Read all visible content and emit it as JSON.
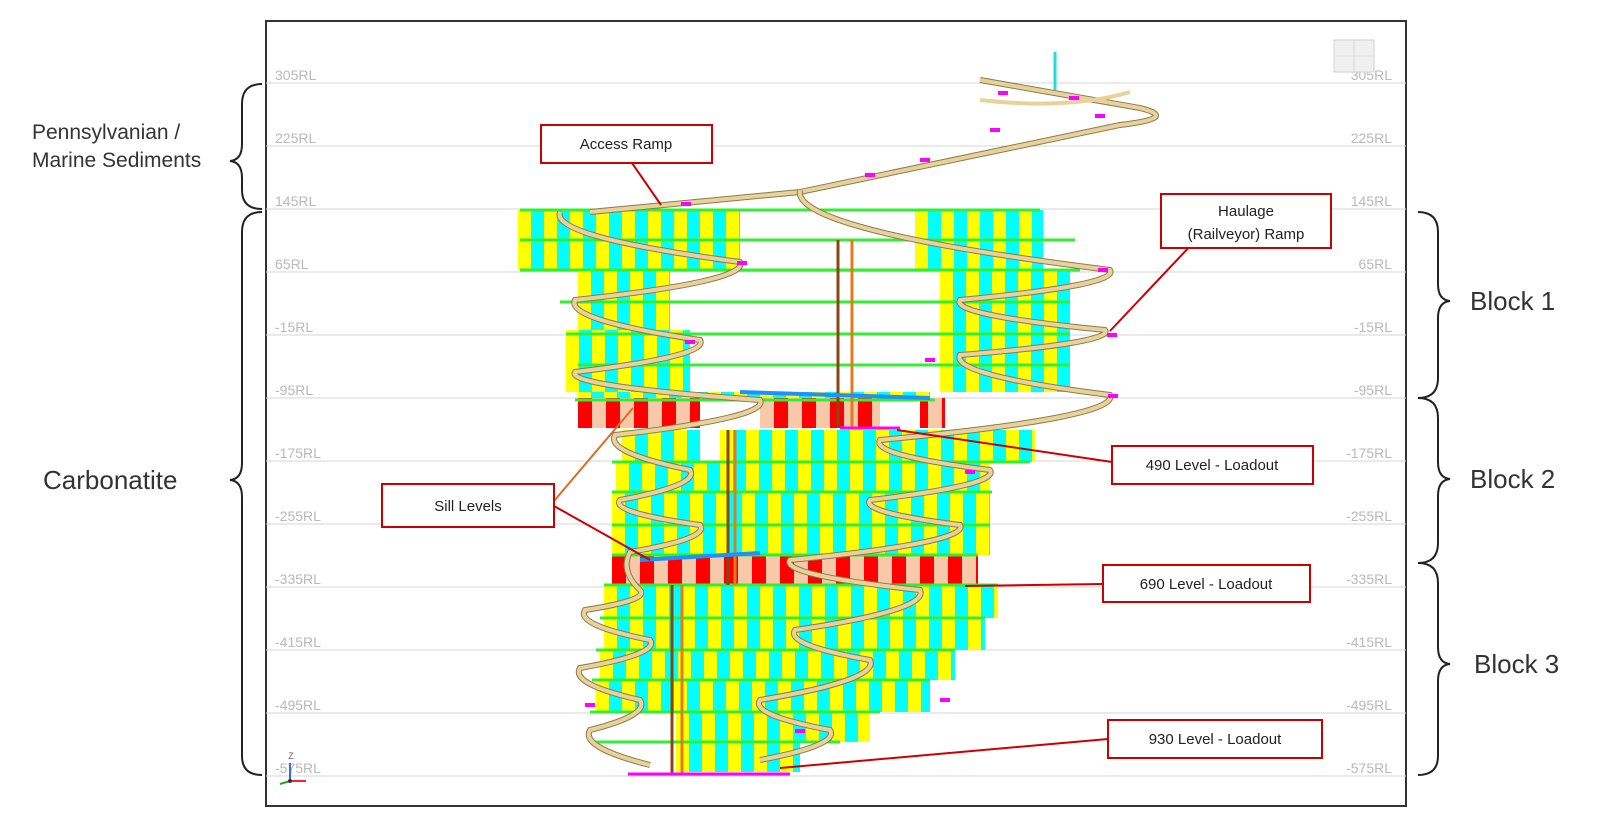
{
  "elevation_labels": [
    "305RL",
    "225RL",
    "145RL",
    "65RL",
    "-15RL",
    "-95RL",
    "-175RL",
    "-255RL",
    "-335RL",
    "-415RL",
    "-495RL",
    "-575RL"
  ],
  "left_groups": {
    "sediments_line1": "Pennsylvanian /",
    "sediments_line2": "Marine Sediments",
    "carbonatite": "Carbonatite"
  },
  "right_groups": {
    "block1": "Block 1",
    "block2": "Block 2",
    "block3": "Block 3"
  },
  "callouts": {
    "access_ramp": "Access Ramp",
    "haulage_line1": "Haulage",
    "haulage_line2": "(Railveyor) Ramp",
    "level_490": "490 Level - Loadout",
    "sill_levels": "Sill Levels",
    "level_690": "690 Level - Loadout",
    "level_930": "930 Level - Loadout"
  },
  "axis_triad": {
    "z": "Z"
  },
  "colors": {
    "frame": "#333333",
    "gridline": "#d6d6d6",
    "rl_label": "#b9b9b9",
    "callout_border": "#cc0000",
    "callout_leader": "#cc0000",
    "ramp": "#e8d29a",
    "stope_cyan": "#00ffff",
    "stope_yellow": "#ffff00",
    "level_green": "#33ee33",
    "sill_red": "#ff0000",
    "sill_peach": "#f8c8a8",
    "magenta": "#ff00ff",
    "shaft_brown": "#8b4513",
    "shaft_orange": "#e07b20",
    "conveyor_blue": "#1e90ff"
  }
}
